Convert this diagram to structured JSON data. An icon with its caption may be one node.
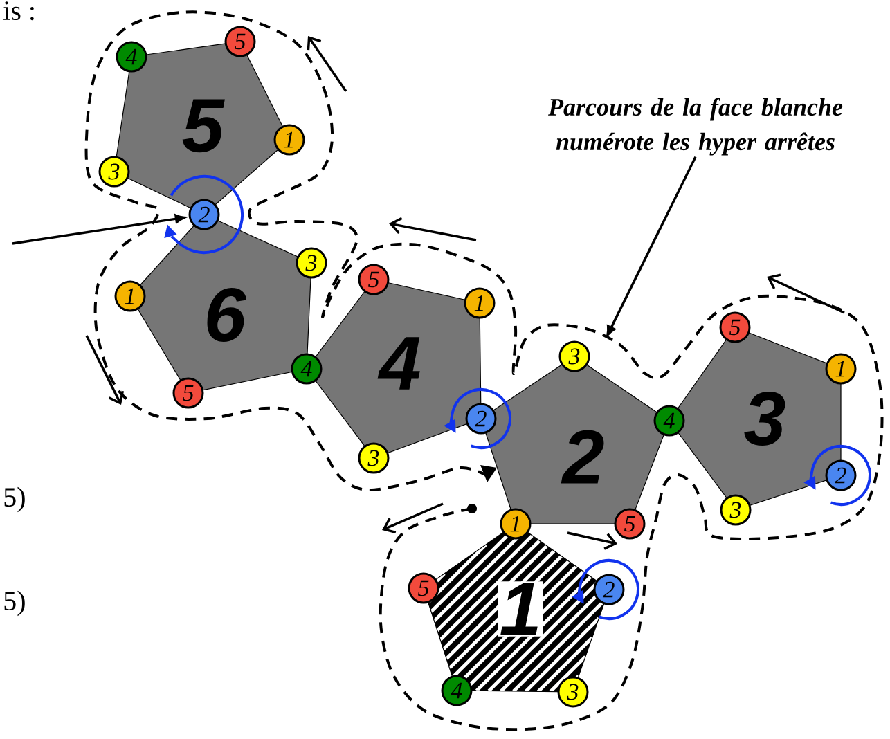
{
  "diagram": {
    "nodes": [
      {
        "text": [
          "5"
        ]
      },
      {
        "text": [
          "4"
        ]
      },
      {
        "text": [
          "5"
        ]
      },
      {
        "text": [
          "1"
        ]
      },
      {
        "text": [
          "2"
        ]
      },
      {
        "text": [
          "3"
        ]
      },
      {
        "text": [
          "6"
        ]
      },
      {
        "text": [
          "1"
        ]
      },
      {
        "text": [
          "3"
        ]
      },
      {
        "text": [
          "4"
        ]
      },
      {
        "text": [
          "5"
        ]
      },
      {
        "text": [
          "4"
        ]
      },
      {
        "text": [
          "5"
        ]
      },
      {
        "text": [
          "1"
        ]
      },
      {
        "text": [
          "2"
        ]
      },
      {
        "text": [
          "3"
        ]
      },
      {
        "text": [
          "2"
        ]
      },
      {
        "text": [
          "3"
        ]
      },
      {
        "text": [
          "4"
        ]
      },
      {
        "text": [
          "5"
        ]
      },
      {
        "text": [
          "1"
        ]
      },
      {
        "text": [
          "3"
        ]
      },
      {
        "text": [
          "5"
        ]
      },
      {
        "text": [
          "1"
        ]
      },
      {
        "text": [
          "2"
        ]
      },
      {
        "text": [
          "3"
        ]
      },
      {
        "text": [
          "1"
        ]
      },
      {
        "text": [
          "5"
        ]
      },
      {
        "text": [
          "2"
        ]
      },
      {
        "text": [
          "4"
        ]
      },
      {
        "text": [
          "3"
        ]
      },
      {
        "text": [
          "Parcours de la face blanche numérote les hyper arrêtes"
        ]
      }
    ],
    "edges": [
      {
        "from": null,
        "to": 4,
        "arrow": "to"
      },
      {
        "from": 31,
        "to": null,
        "arrow": "to"
      }
    ],
    "labels": [
      "is :",
      "5)",
      "5)"
    ]
  }
}
